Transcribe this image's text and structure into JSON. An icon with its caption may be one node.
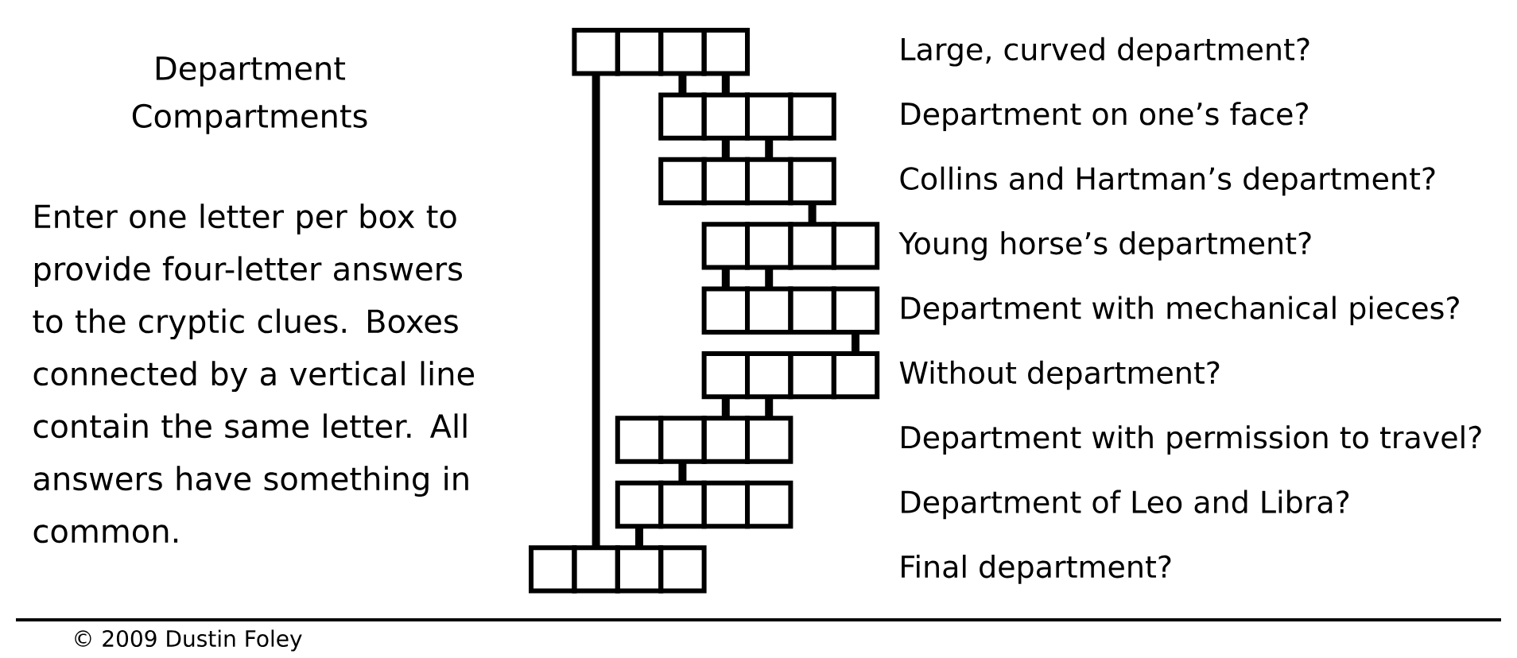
{
  "diagram": {
    "title": "Department Compartments",
    "nodes": [
      {
        "text": [],
        "shape": "box"
      },
      {
        "text": [],
        "shape": "box"
      },
      {
        "text": [],
        "shape": "box"
      },
      {
        "text": [],
        "shape": "box"
      },
      {
        "text": [],
        "shape": "box"
      },
      {
        "text": [],
        "shape": "box"
      },
      {
        "text": [],
        "shape": "box"
      },
      {
        "text": [],
        "shape": "box"
      },
      {
        "text": [],
        "shape": "box"
      },
      {
        "text": [],
        "shape": "box"
      },
      {
        "text": [],
        "shape": "box"
      },
      {
        "text": [],
        "shape": "box"
      },
      {
        "text": [],
        "shape": "box"
      },
      {
        "text": [],
        "shape": "box"
      },
      {
        "text": [],
        "shape": "box"
      },
      {
        "text": [],
        "shape": "box"
      },
      {
        "text": [],
        "shape": "box"
      },
      {
        "text": [],
        "shape": "box"
      },
      {
        "text": [],
        "shape": "box"
      },
      {
        "text": [],
        "shape": "box"
      },
      {
        "text": [],
        "shape": "box"
      },
      {
        "text": [],
        "shape": "box"
      },
      {
        "text": [],
        "shape": "box"
      },
      {
        "text": [],
        "shape": "box"
      },
      {
        "text": [],
        "shape": "box"
      },
      {
        "text": [],
        "shape": "box"
      },
      {
        "text": [],
        "shape": "box"
      },
      {
        "text": [],
        "shape": "box"
      },
      {
        "text": [],
        "shape": "box"
      },
      {
        "text": [],
        "shape": "box"
      },
      {
        "text": [],
        "shape": "box"
      },
      {
        "text": [],
        "shape": "box"
      },
      {
        "text": [],
        "shape": "box"
      },
      {
        "text": [],
        "shape": "box"
      },
      {
        "text": [],
        "shape": "box"
      },
      {
        "text": [],
        "shape": "box"
      }
    ],
    "edges": [
      {
        "from": 0,
        "to": 33,
        "arrow": "none"
      },
      {
        "from": 2,
        "to": 4,
        "arrow": "none"
      },
      {
        "from": 3,
        "to": 5,
        "arrow": "none"
      },
      {
        "from": 5,
        "to": 9,
        "arrow": "none"
      },
      {
        "from": 6,
        "to": 10,
        "arrow": "none"
      },
      {
        "from": 11,
        "to": 14,
        "arrow": "none"
      },
      {
        "from": 12,
        "to": 16,
        "arrow": "none"
      },
      {
        "from": 13,
        "to": 17,
        "arrow": "none"
      },
      {
        "from": 19,
        "to": 23,
        "arrow": "none"
      },
      {
        "from": 20,
        "to": 26,
        "arrow": "none"
      },
      {
        "from": 21,
        "to": 27,
        "arrow": "none"
      },
      {
        "from": 25,
        "to": 29,
        "arrow": "none"
      },
      {
        "from": 28,
        "to": 34,
        "arrow": "none"
      }
    ],
    "labels": [
      "Enter one letter per box to provide four-letter answers to the cryptic clues. Boxes connected by a vertical line contain the same letter. All answers have something in common.",
      "Large, curved department?",
      "Department on one’s face?",
      "Collins and Hartman’s department?",
      "Young horse’s department?",
      "Department with mechanical pieces?",
      "Without department?",
      "Department with permission to travel?",
      "Department of Leo and Libra?",
      "Final department?",
      "© 2009 Dustin Foley"
    ]
  }
}
